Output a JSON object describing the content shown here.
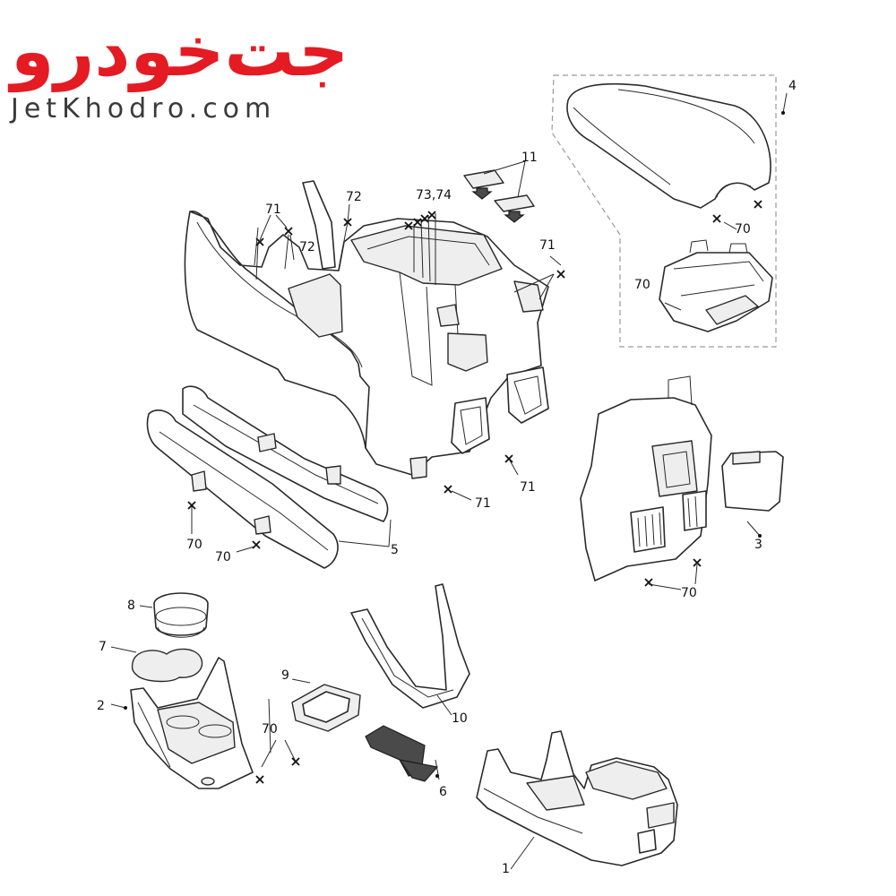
{
  "logo": {
    "persian": "جت‌خودرو",
    "latin": "JetKhodro.com"
  },
  "callouts": {
    "c1": "1",
    "c2": "2",
    "c3": "3",
    "c4": "4",
    "c5": "5",
    "c6": "6",
    "c7": "7",
    "c8": "8",
    "c9": "9",
    "c10": "10",
    "c11": "11",
    "c70a": "70",
    "c70b": "70",
    "c70c": "70",
    "c70d": "70",
    "c70e": "70",
    "c70f": "70",
    "c71a": "71",
    "c71b": "71",
    "c71c": "71",
    "c71d": "71",
    "c72a": "72",
    "c72b": "72",
    "c7374": "73,74"
  },
  "colors": {
    "brand": "#e41b23",
    "line": "#2a2a2a",
    "frame": "#9a9a9a"
  }
}
